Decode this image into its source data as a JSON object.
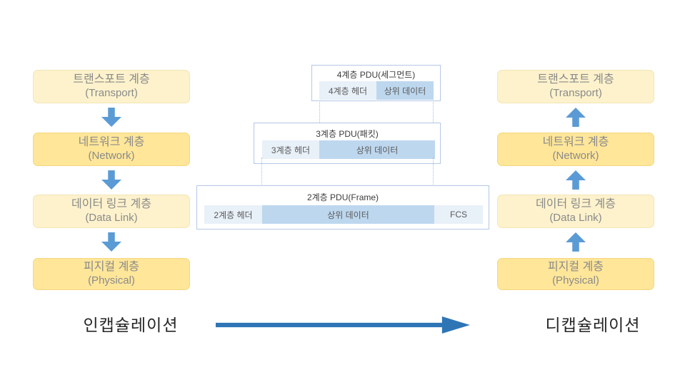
{
  "stacks": {
    "left": {
      "caption": "인캡슐레이션",
      "layers": [
        {
          "ko": "트랜스포트 계층",
          "en": "(Transport)"
        },
        {
          "ko": "네트워크 계층",
          "en": "(Network)"
        },
        {
          "ko": "데이터 링크 계층",
          "en": "(Data Link)"
        },
        {
          "ko": "피지컬 계층",
          "en": "(Physical)"
        }
      ]
    },
    "right": {
      "caption": "디캡슐레이션",
      "layers": [
        {
          "ko": "트랜스포트 계층",
          "en": "(Transport)"
        },
        {
          "ko": "네트워크 계층",
          "en": "(Network)"
        },
        {
          "ko": "데이터 링크 계층",
          "en": "(Data Link)"
        },
        {
          "ko": "피지컬 계층",
          "en": "(Physical)"
        }
      ]
    }
  },
  "pdu": {
    "boxes": [
      {
        "title": "4계층 PDU(세그먼트)",
        "cells": [
          {
            "label": "4계층 헤더",
            "tone": "light"
          },
          {
            "label": "상위 데이터",
            "tone": "medium"
          }
        ]
      },
      {
        "title": "3계층 PDU(패킷)",
        "cells": [
          {
            "label": "3계층 헤더",
            "tone": "light"
          },
          {
            "label": "상위 데이터",
            "tone": "medium"
          }
        ]
      },
      {
        "title": "2계층 PDU(Frame)",
        "cells": [
          {
            "label": "2계층 헤더",
            "tone": "light"
          },
          {
            "label": "상위 데이터",
            "tone": "medium"
          },
          {
            "label": "FCS",
            "tone": "light"
          }
        ]
      }
    ]
  },
  "colors": {
    "yellow_light": "#FDF2CC",
    "yellow_dark": "#FFE699",
    "stack_text": "#8A8A8A",
    "small_arrow_blue": "#5B9BD5",
    "big_arrow_blue": "#2E75B6",
    "pdu_border": "#B4C7E7",
    "cell_light": "#E8F0F8",
    "cell_medium": "#BDD7EE",
    "dotted_line": "#9DC3E6",
    "caption_text": "#262626"
  }
}
